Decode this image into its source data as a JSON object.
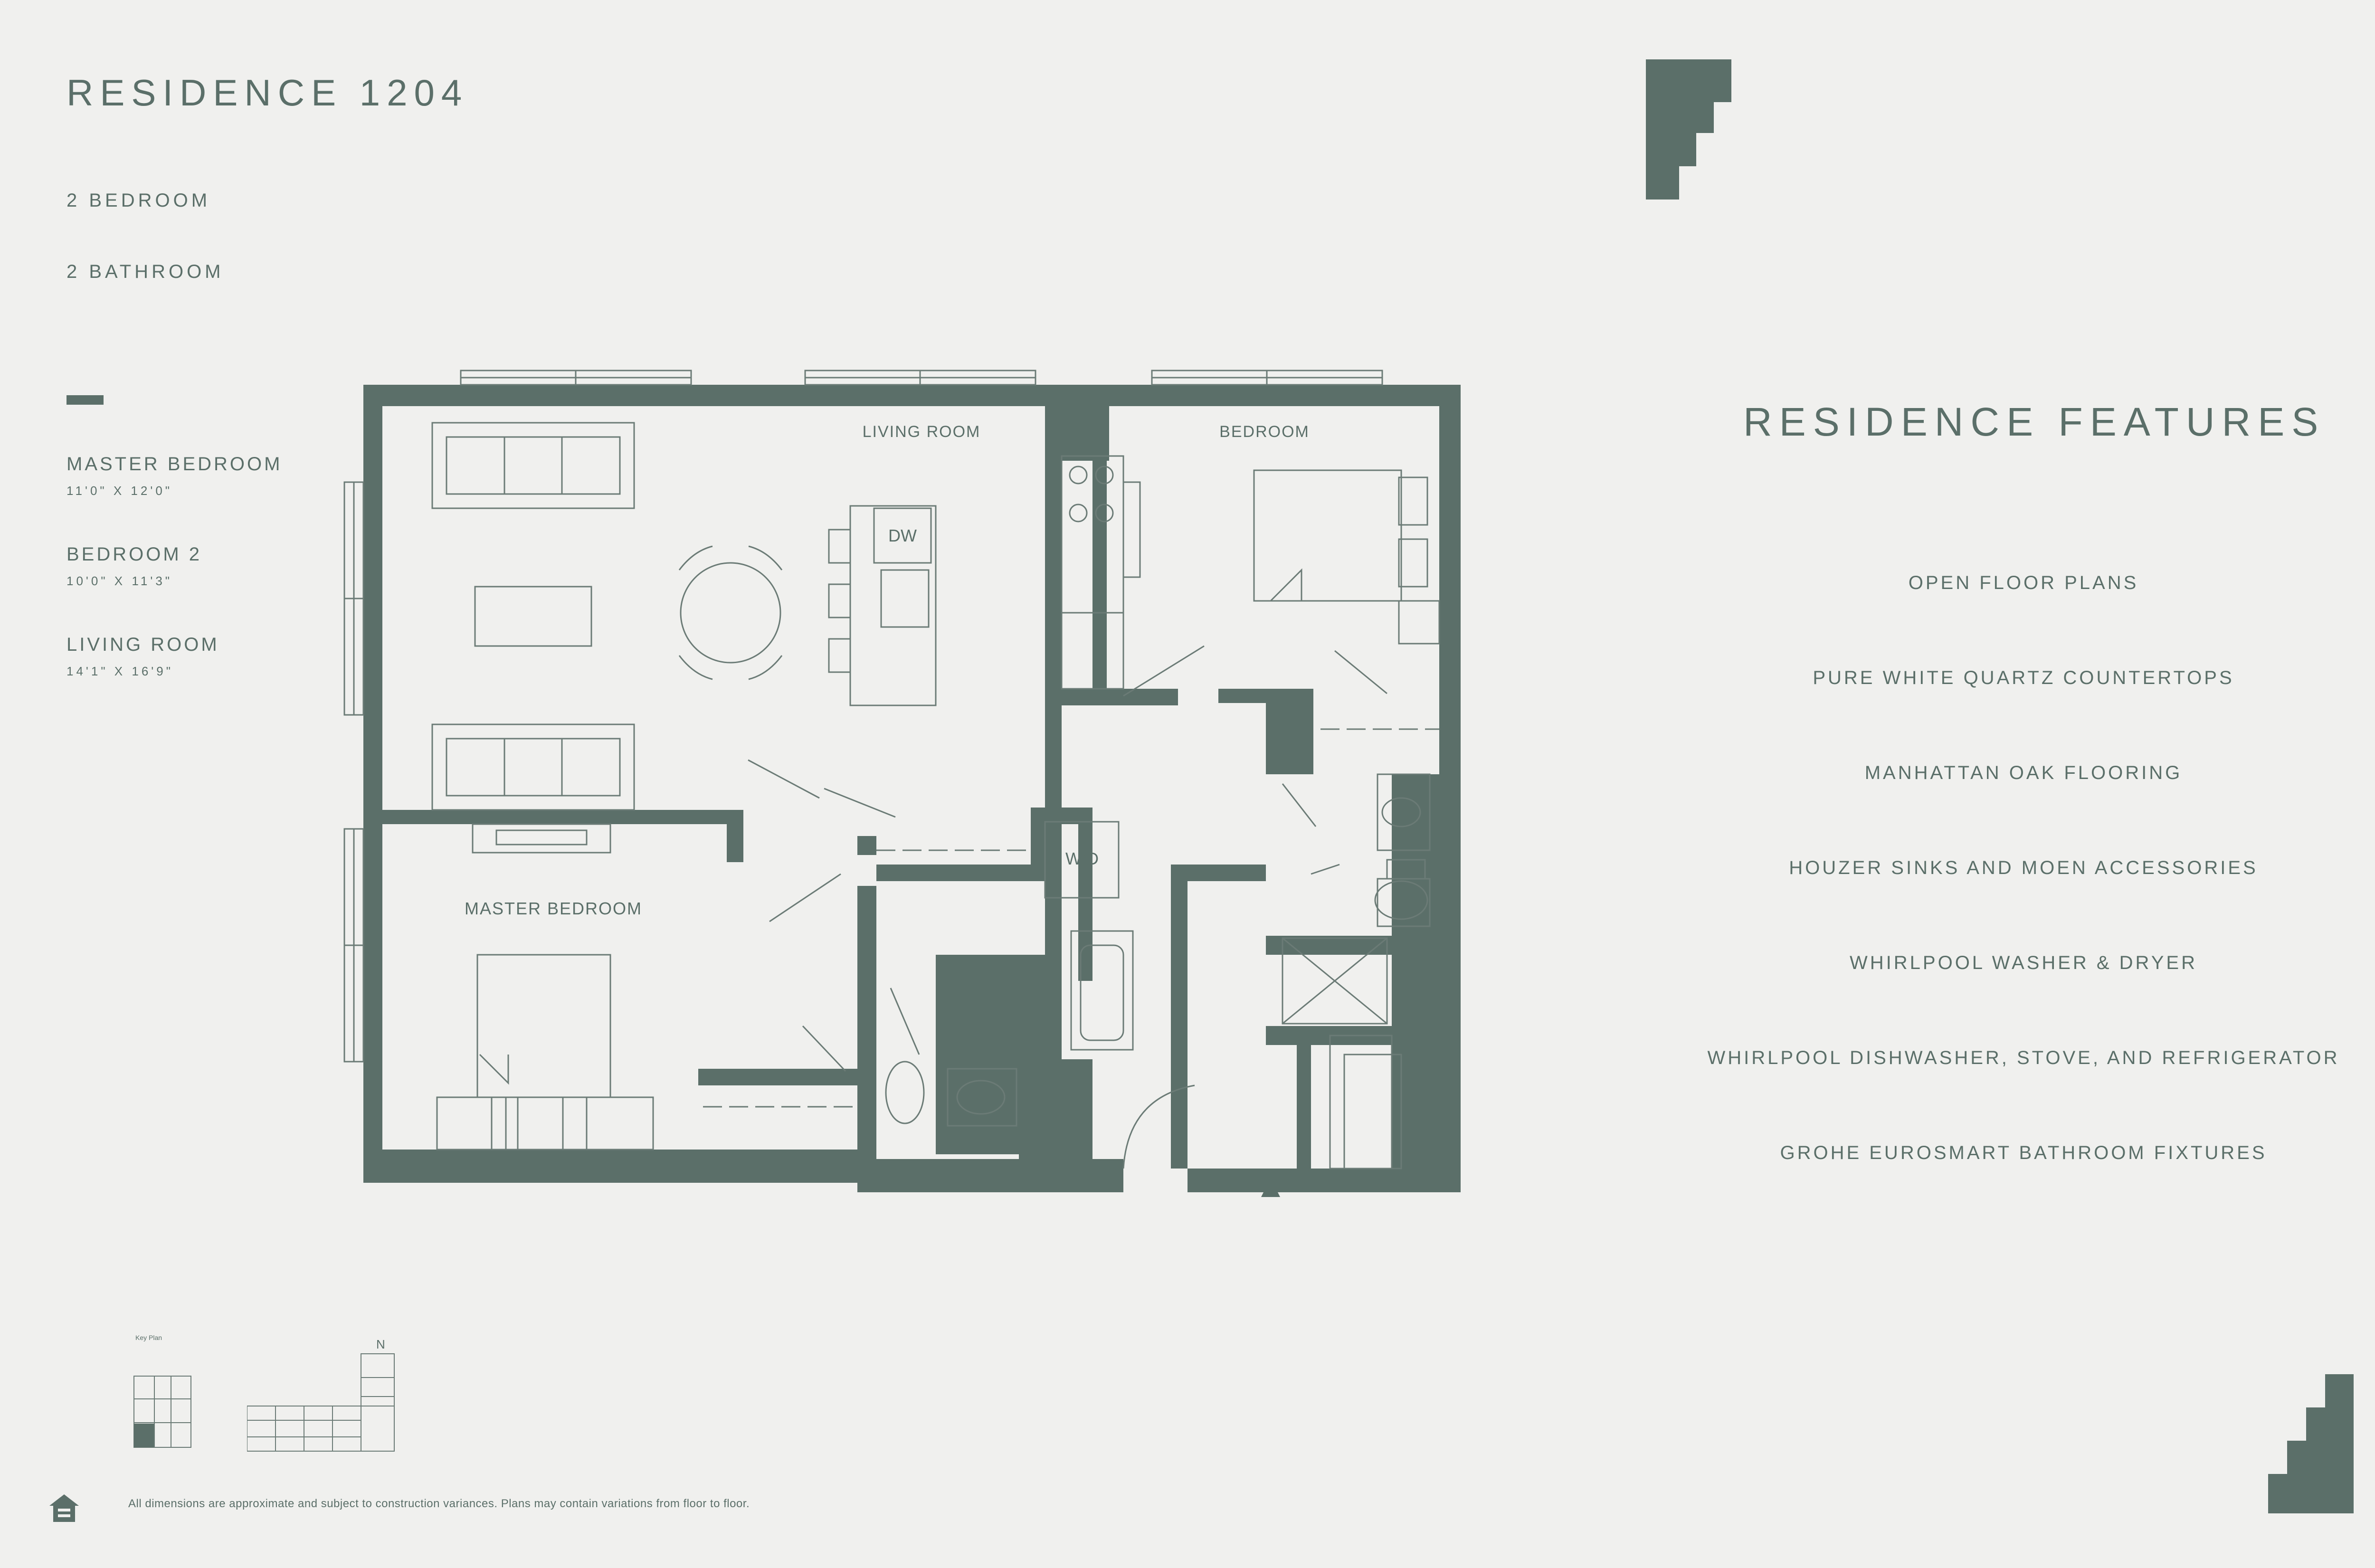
{
  "header": {
    "title": "RESIDENCE 1204",
    "bedrooms": "2 BEDROOM",
    "bathrooms": "2 BATHROOM"
  },
  "rooms": [
    {
      "name": "MASTER BEDROOM",
      "dims": "11'0\" X 12'0\""
    },
    {
      "name": "BEDROOM 2",
      "dims": "10'0\" X 11'3\""
    },
    {
      "name": "LIVING ROOM",
      "dims": "14'1\" X 16'9\""
    }
  ],
  "plan_labels": {
    "living_room": "LIVING ROOM",
    "bedroom": "BEDROOM",
    "master_bedroom": "MASTER BEDROOM",
    "dishwasher": "DW",
    "washer_dryer": "W/D"
  },
  "features": {
    "title": "RESIDENCE FEATURES",
    "items": [
      "OPEN FLOOR PLANS",
      "PURE WHITE QUARTZ COUNTERTOPS",
      "MANHATTAN OAK FLOORING",
      "HOUZER SINKS AND MOEN ACCESSORIES",
      "WHIRLPOOL WASHER & DRYER",
      "WHIRLPOOL DISHWASHER, STOVE, AND REFRIGERATOR",
      "GROHE EUROSMART BATHROOM FIXTURES"
    ]
  },
  "key_plan": {
    "label": "Key Plan",
    "north": "N"
  },
  "footer": {
    "disclaimer": "All dimensions are approximate and subject to construction variances. Plans may contain variations from floor to floor."
  },
  "colors": {
    "background": "#f0f0ee",
    "accent": "#5b6f69",
    "line": "#6b7b76"
  }
}
